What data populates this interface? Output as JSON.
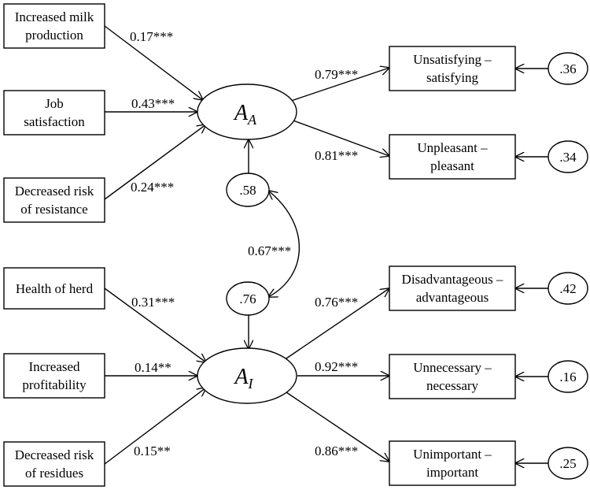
{
  "latent": {
    "aa": {
      "main": "A",
      "sub": "A"
    },
    "ai": {
      "main": "A",
      "sub": "I"
    }
  },
  "predictors": {
    "milk": [
      "Increased milk",
      "production"
    ],
    "job": [
      "Job",
      "satisfaction"
    ],
    "resistance": [
      "Decreased risk",
      "of resistance"
    ],
    "herd": [
      "Health of herd"
    ],
    "profit": [
      "Increased",
      "profitability"
    ],
    "residues": [
      "Decreased risk",
      "of residues"
    ]
  },
  "indicators": {
    "unsat": [
      "Unsatisfying –",
      "satisfying"
    ],
    "unpleasant": [
      "Unpleasant –",
      "pleasant"
    ],
    "disadv": [
      "Disadvantageous –",
      "advantageous"
    ],
    "unnec": [
      "Unnecessary –",
      "necessary"
    ],
    "unimp": [
      "Unimportant –",
      "important"
    ]
  },
  "errors": {
    "unsat": ".36",
    "unpleasant": ".34",
    "disadv": ".42",
    "unnec": ".16",
    "unimp": ".25"
  },
  "disturbances": {
    "aa": ".58",
    "ai": ".76"
  },
  "coefficients": {
    "milk_aa": "0.17***",
    "job_aa": "0.43***",
    "resistance_aa": "0.24***",
    "herd_ai": "0.31***",
    "profit_ai": "0.14**",
    "residues_ai": "0.15**",
    "aa_unsat": "0.79***",
    "aa_unpleasant": "0.81***",
    "ai_disadv": "0.76***",
    "ai_unnec": "0.92***",
    "ai_unimp": "0.86***",
    "correlation": "0.67***"
  }
}
